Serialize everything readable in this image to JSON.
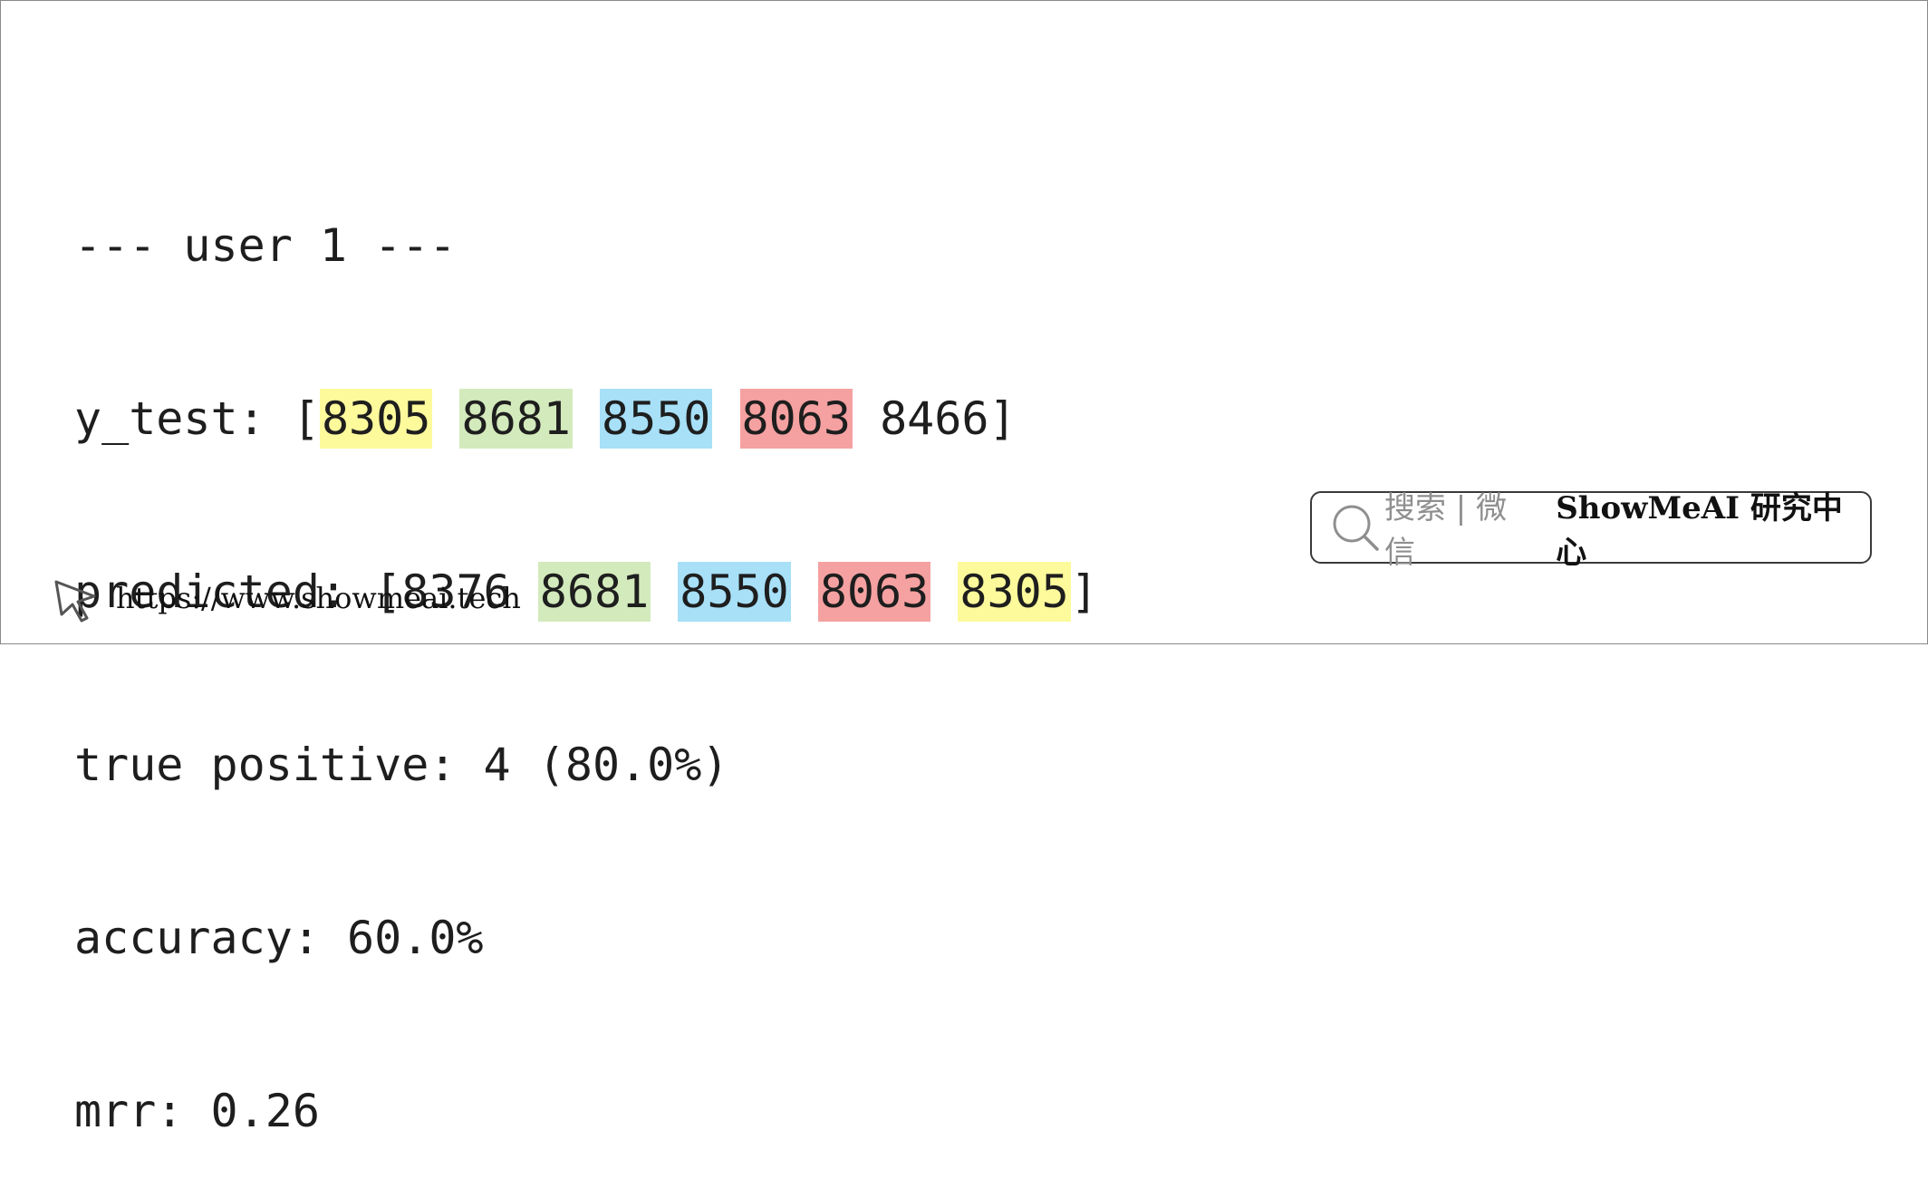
{
  "code": {
    "line1": "--- user 1 ---",
    "y_test": {
      "prefix": "y_test: [",
      "v1": "8305",
      "v2": "8681",
      "v3": "8550",
      "v4": "8063",
      "v5": "8466",
      "suffix": "]"
    },
    "predicted": {
      "prefix": "predicted: [",
      "v1": "8376",
      "v2": "8681",
      "v3": "8550",
      "v4": "8063",
      "v5": "8305",
      "suffix": "]"
    },
    "true_positive": "true positive: 4 (80.0%)",
    "accuracy": "accuracy: 60.0%",
    "mrr": "mrr: 0.26"
  },
  "highlight_colors": {
    "yellow": "#fdfa9c",
    "green": "#d3eabc",
    "blue": "#a7e0f7",
    "red": "#f5a1a1"
  },
  "search_badge": {
    "icon": "search-icon",
    "label": "搜索 | 微信",
    "brand": "ShowMeAI 研究中心"
  },
  "footer": {
    "icon": "cursor-icon",
    "url": "https://www.showmeai.tech"
  }
}
